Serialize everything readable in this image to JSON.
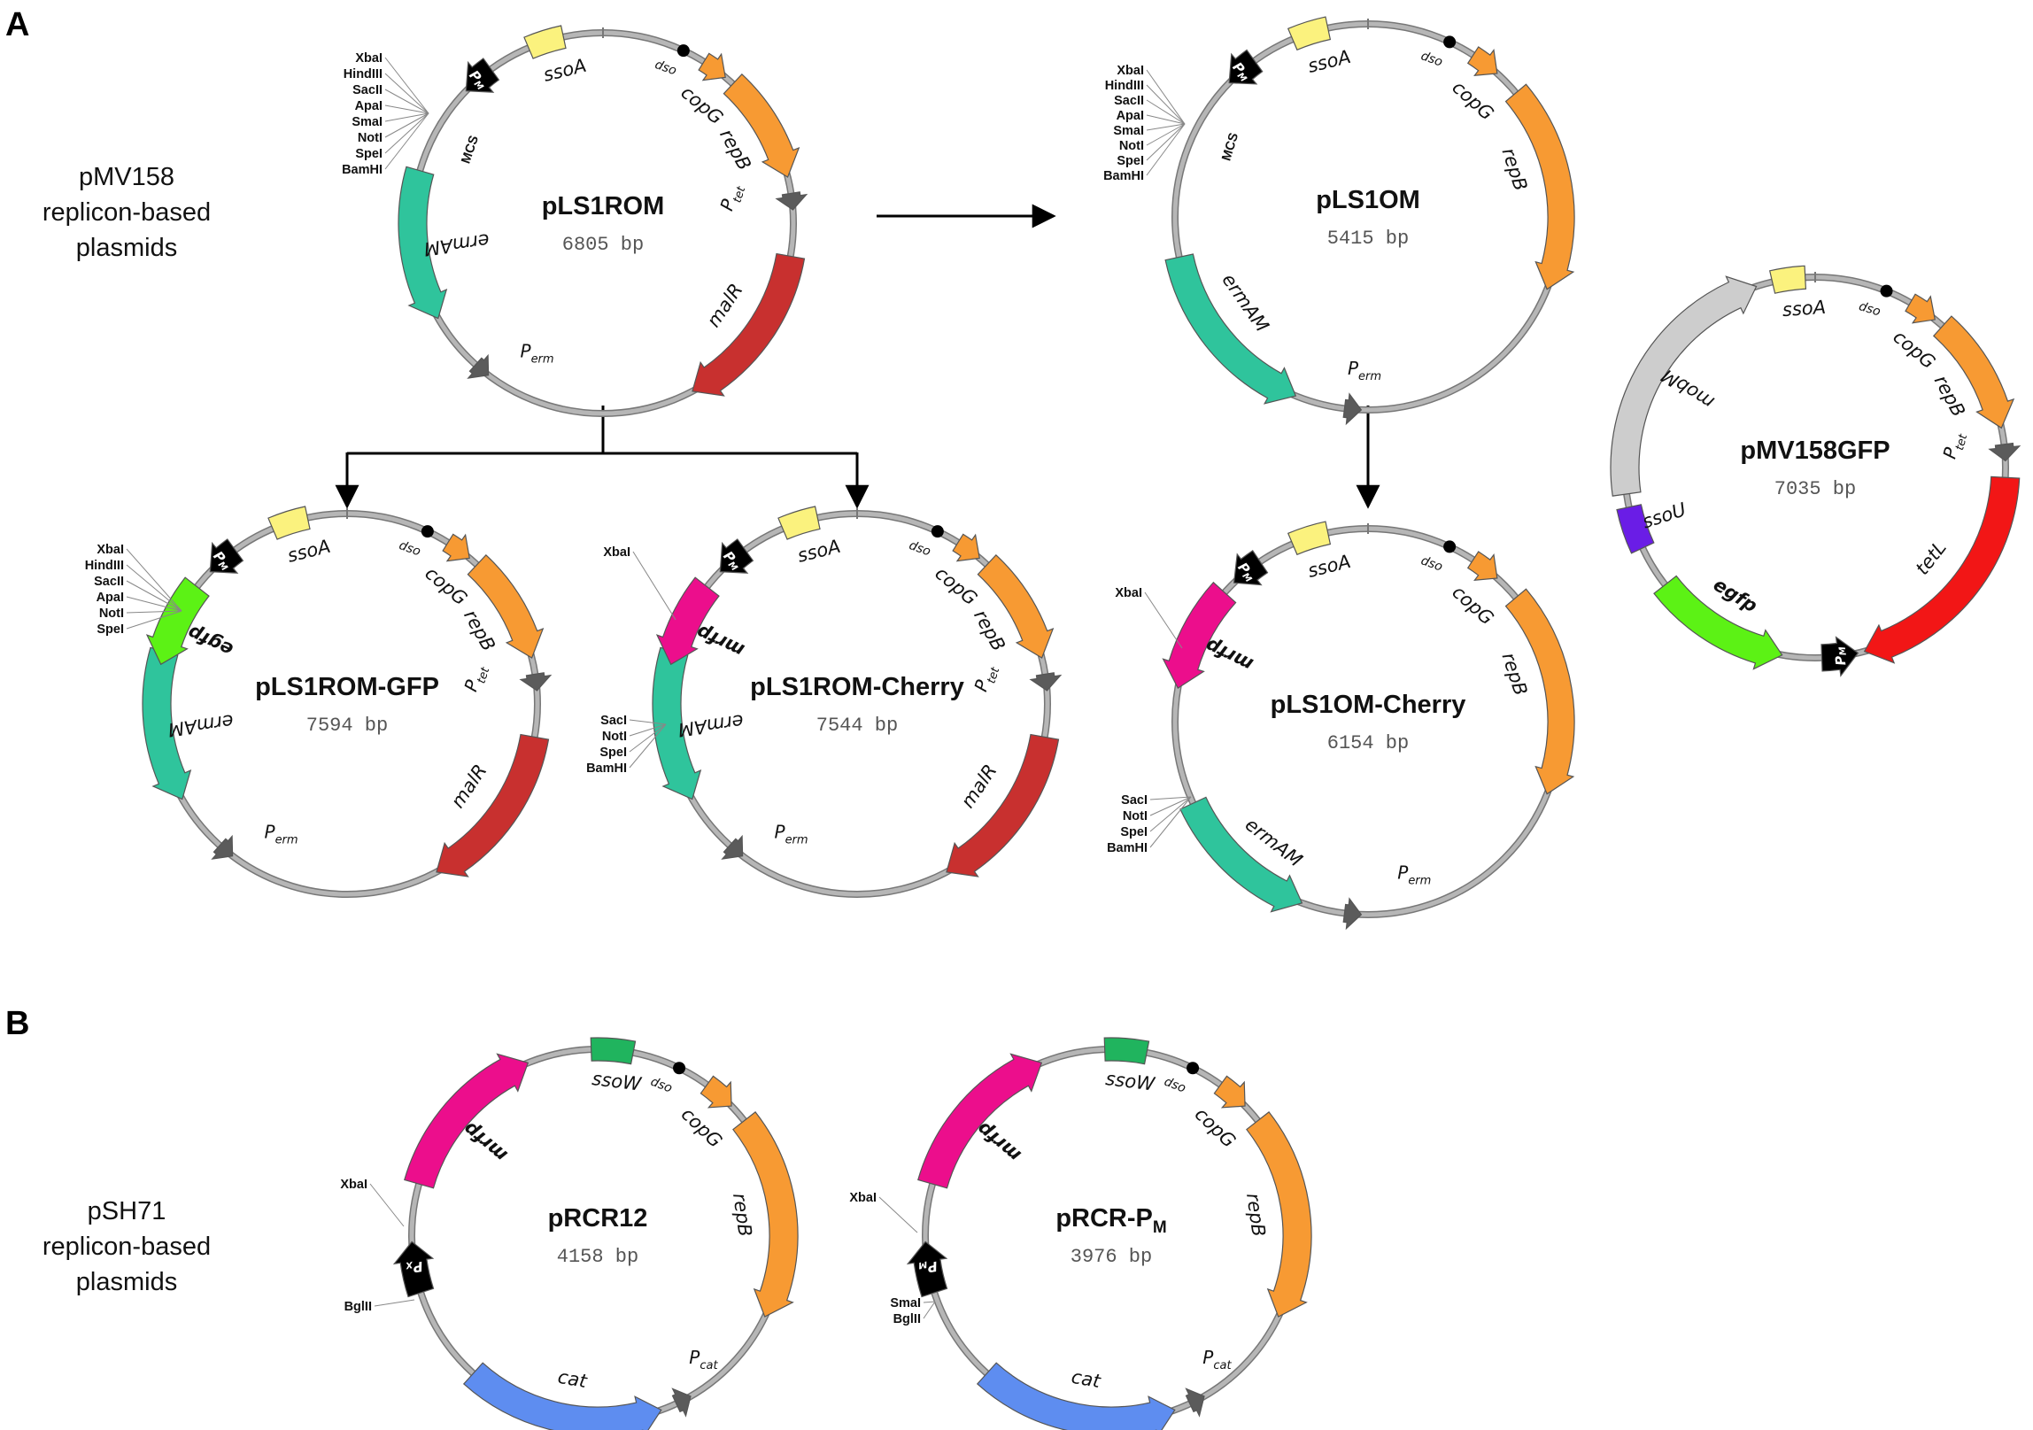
{
  "panels": [
    {
      "letter": "A",
      "group_label": [
        "pMV158",
        "replicon-based",
        "plasmids"
      ]
    },
    {
      "letter": "B",
      "group_label": [
        "pSH71",
        "replicon-based",
        "plasmids"
      ]
    }
  ],
  "colors": {
    "backbone": "#b6b6b6",
    "ssoA": "#fbf27e",
    "ssoW": "#20b45e",
    "ssoU": "#6a1de6",
    "copG_repB": "#f79a33",
    "malR": "#c8302f",
    "ermAM": "#2fc49c",
    "egfp": "#5cf215",
    "mrfp": "#ec0e8c",
    "mobM": "#cdcdcd",
    "tetL": "#f21616",
    "cat": "#5e8df0",
    "promoter_grey": "#5b5b5b",
    "promoter_black": "#000000"
  },
  "plasmids": [
    {
      "id": "pLS1ROM",
      "name": "pLS1ROM",
      "size": "6805 bp",
      "mcs_label": "MCS",
      "sites": [
        "XbaI",
        "HindIII",
        "SacII",
        "ApaI",
        "SmaI",
        "NotI",
        "SpeI",
        "BamHI"
      ],
      "features": [
        {
          "label": "ssoA",
          "kind": "ssoA",
          "color_key": "ssoA"
        },
        {
          "label": "dso",
          "kind": "dso"
        },
        {
          "label": "copG",
          "kind": "gene",
          "color_key": "copG_repB"
        },
        {
          "label": "repB",
          "kind": "gene",
          "color_key": "copG_repB"
        },
        {
          "label": "P",
          "sub": "tet",
          "kind": "promoter",
          "color_key": "promoter_grey"
        },
        {
          "label": "malR",
          "kind": "gene",
          "color_key": "malR"
        },
        {
          "label": "P",
          "sub": "erm",
          "kind": "promoter",
          "color_key": "promoter_grey"
        },
        {
          "label": "ermAM",
          "kind": "gene",
          "color_key": "ermAM"
        },
        {
          "label": "P",
          "sub": "M",
          "kind": "promoter",
          "color_key": "promoter_black"
        }
      ]
    },
    {
      "id": "pLS1OM",
      "name": "pLS1OM",
      "size": "5415 bp",
      "mcs_label": "MCS",
      "sites": [
        "XbaI",
        "HindIII",
        "SacII",
        "ApaI",
        "SmaI",
        "NotI",
        "SpeI",
        "BamHI"
      ],
      "features": [
        {
          "label": "ssoA",
          "kind": "ssoA",
          "color_key": "ssoA"
        },
        {
          "label": "dso",
          "kind": "dso"
        },
        {
          "label": "copG",
          "kind": "gene",
          "color_key": "copG_repB"
        },
        {
          "label": "repB",
          "kind": "gene",
          "color_key": "copG_repB"
        },
        {
          "label": "P",
          "sub": "erm",
          "kind": "promoter",
          "color_key": "promoter_grey"
        },
        {
          "label": "ermAM",
          "kind": "gene",
          "color_key": "ermAM"
        },
        {
          "label": "P",
          "sub": "M",
          "kind": "promoter",
          "color_key": "promoter_black"
        }
      ]
    },
    {
      "id": "pMV158GFP",
      "name": "pMV158GFP",
      "size": "7035 bp",
      "features": [
        {
          "label": "ssoA",
          "kind": "ssoA",
          "color_key": "ssoA"
        },
        {
          "label": "dso",
          "kind": "dso"
        },
        {
          "label": "copG",
          "kind": "gene",
          "color_key": "copG_repB"
        },
        {
          "label": "repB",
          "kind": "gene",
          "color_key": "copG_repB"
        },
        {
          "label": "P",
          "sub": "tet",
          "kind": "promoter",
          "color_key": "promoter_grey"
        },
        {
          "label": "tetL",
          "kind": "gene",
          "color_key": "tetL"
        },
        {
          "label": "P",
          "sub": "M",
          "kind": "promoter",
          "color_key": "promoter_black"
        },
        {
          "label": "egfp",
          "kind": "gene",
          "color_key": "egfp"
        },
        {
          "label": "ssoU",
          "kind": "sso",
          "color_key": "ssoU"
        },
        {
          "label": "mobM",
          "kind": "gene",
          "color_key": "mobM"
        }
      ]
    },
    {
      "id": "pLS1ROM-GFP",
      "name": "pLS1ROM-GFP",
      "size": "7594 bp",
      "sites": [
        "XbaI",
        "HindIII",
        "SacII",
        "ApaI",
        "NotI",
        "SpeI"
      ],
      "features": [
        {
          "label": "ssoA",
          "kind": "ssoA",
          "color_key": "ssoA"
        },
        {
          "label": "dso",
          "kind": "dso"
        },
        {
          "label": "copG",
          "kind": "gene",
          "color_key": "copG_repB"
        },
        {
          "label": "repB",
          "kind": "gene",
          "color_key": "copG_repB"
        },
        {
          "label": "P",
          "sub": "tet",
          "kind": "promoter",
          "color_key": "promoter_grey"
        },
        {
          "label": "malR",
          "kind": "gene",
          "color_key": "malR"
        },
        {
          "label": "P",
          "sub": "erm",
          "kind": "promoter",
          "color_key": "promoter_grey"
        },
        {
          "label": "ermAM",
          "kind": "gene",
          "color_key": "ermAM"
        },
        {
          "label": "egfp",
          "kind": "gene",
          "color_key": "egfp"
        },
        {
          "label": "P",
          "sub": "M",
          "kind": "promoter",
          "color_key": "promoter_black"
        }
      ]
    },
    {
      "id": "pLS1ROM-Cherry",
      "name": "pLS1ROM-Cherry",
      "size": "7544 bp",
      "sites_top": [
        "XbaI"
      ],
      "sites_bottom": [
        "SacI",
        "NotI",
        "SpeI",
        "BamHI"
      ],
      "features": [
        {
          "label": "ssoA",
          "kind": "ssoA",
          "color_key": "ssoA"
        },
        {
          "label": "dso",
          "kind": "dso"
        },
        {
          "label": "copG",
          "kind": "gene",
          "color_key": "copG_repB"
        },
        {
          "label": "repB",
          "kind": "gene",
          "color_key": "copG_repB"
        },
        {
          "label": "P",
          "sub": "tet",
          "kind": "promoter",
          "color_key": "promoter_grey"
        },
        {
          "label": "malR",
          "kind": "gene",
          "color_key": "malR"
        },
        {
          "label": "P",
          "sub": "erm",
          "kind": "promoter",
          "color_key": "promoter_grey"
        },
        {
          "label": "ermAM",
          "kind": "gene",
          "color_key": "ermAM"
        },
        {
          "label": "mrfp",
          "kind": "gene",
          "color_key": "mrfp"
        },
        {
          "label": "P",
          "sub": "M",
          "kind": "promoter",
          "color_key": "promoter_black"
        }
      ]
    },
    {
      "id": "pLS1OM-Cherry",
      "name": "pLS1OM-Cherry",
      "size": "6154 bp",
      "sites_top": [
        "XbaI"
      ],
      "sites_bottom": [
        "SacI",
        "NotI",
        "SpeI",
        "BamHI"
      ],
      "features": [
        {
          "label": "ssoA",
          "kind": "ssoA",
          "color_key": "ssoA"
        },
        {
          "label": "dso",
          "kind": "dso"
        },
        {
          "label": "copG",
          "kind": "gene",
          "color_key": "copG_repB"
        },
        {
          "label": "repB",
          "kind": "gene",
          "color_key": "copG_repB"
        },
        {
          "label": "P",
          "sub": "erm",
          "kind": "promoter",
          "color_key": "promoter_grey"
        },
        {
          "label": "ermAM",
          "kind": "gene",
          "color_key": "ermAM"
        },
        {
          "label": "mrfp",
          "kind": "gene",
          "color_key": "mrfp"
        },
        {
          "label": "P",
          "sub": "M",
          "kind": "promoter",
          "color_key": "promoter_black"
        }
      ]
    },
    {
      "id": "pRCR12",
      "name": "pRCR12",
      "size": "4158 bp",
      "sites_top": [
        "XbaI"
      ],
      "sites_bottom": [
        "BglII"
      ],
      "features": [
        {
          "label": "ssoW",
          "kind": "sso",
          "color_key": "ssoW"
        },
        {
          "label": "dso",
          "kind": "dso"
        },
        {
          "label": "copG",
          "kind": "gene",
          "color_key": "copG_repB"
        },
        {
          "label": "repB",
          "kind": "gene",
          "color_key": "copG_repB"
        },
        {
          "label": "P",
          "sub": "cat",
          "kind": "promoter",
          "color_key": "promoter_grey"
        },
        {
          "label": "cat",
          "kind": "gene",
          "color_key": "cat"
        },
        {
          "label": "P",
          "sub": "X",
          "kind": "promoter",
          "color_key": "promoter_black"
        },
        {
          "label": "mrfp",
          "kind": "gene",
          "color_key": "mrfp"
        }
      ]
    },
    {
      "id": "pRCR-PM",
      "name": "pRCR-P",
      "name_sub": "M",
      "size": "3976 bp",
      "sites_top": [
        "XbaI"
      ],
      "sites_bottom": [
        "SmaI",
        "BglII"
      ],
      "features": [
        {
          "label": "ssoW",
          "kind": "sso",
          "color_key": "ssoW"
        },
        {
          "label": "dso",
          "kind": "dso"
        },
        {
          "label": "copG",
          "kind": "gene",
          "color_key": "copG_repB"
        },
        {
          "label": "repB",
          "kind": "gene",
          "color_key": "copG_repB"
        },
        {
          "label": "P",
          "sub": "cat",
          "kind": "promoter",
          "color_key": "promoter_grey"
        },
        {
          "label": "cat",
          "kind": "gene",
          "color_key": "cat"
        },
        {
          "label": "P",
          "sub": "M",
          "kind": "promoter",
          "color_key": "promoter_black"
        },
        {
          "label": "mrfp",
          "kind": "gene",
          "color_key": "mrfp"
        }
      ]
    }
  ]
}
